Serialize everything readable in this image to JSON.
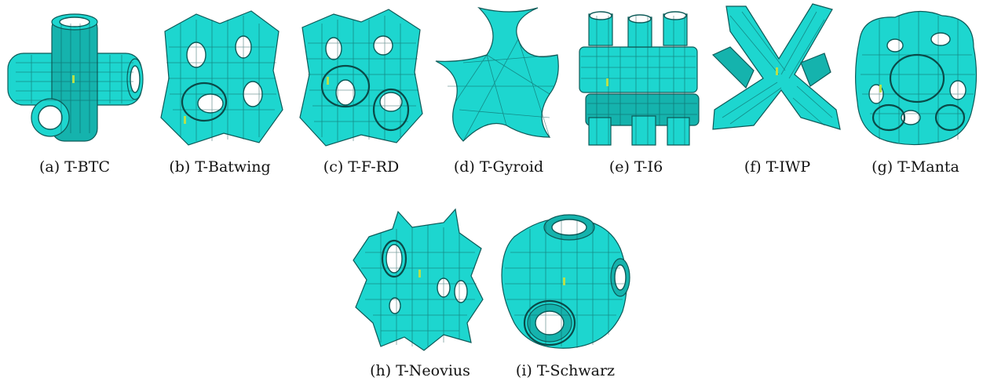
{
  "figures": [
    {
      "label": "(a)",
      "name": "T-BTC",
      "icon": "btc-lattice-icon"
    },
    {
      "label": "(b)",
      "name": "T-Batwing",
      "icon": "batwing-lattice-icon"
    },
    {
      "label": "(c)",
      "name": "T-F-RD",
      "icon": "frd-lattice-icon"
    },
    {
      "label": "(d)",
      "name": "T-Gyroid",
      "icon": "gyroid-lattice-icon"
    },
    {
      "label": "(e)",
      "name": "T-I6",
      "icon": "i6-lattice-icon"
    },
    {
      "label": "(f)",
      "name": "T-IWP",
      "icon": "iwp-lattice-icon"
    },
    {
      "label": "(g)",
      "name": "T-Manta",
      "icon": "manta-lattice-icon"
    },
    {
      "label": "(h)",
      "name": "T-Neovius",
      "icon": "neovius-lattice-icon"
    },
    {
      "label": "(i)",
      "name": "T-Schwarz",
      "icon": "schwarz-lattice-icon"
    }
  ],
  "colors": {
    "surface": "#1dd6cf",
    "mesh": "#0d5a58",
    "background": "#ffffff"
  }
}
